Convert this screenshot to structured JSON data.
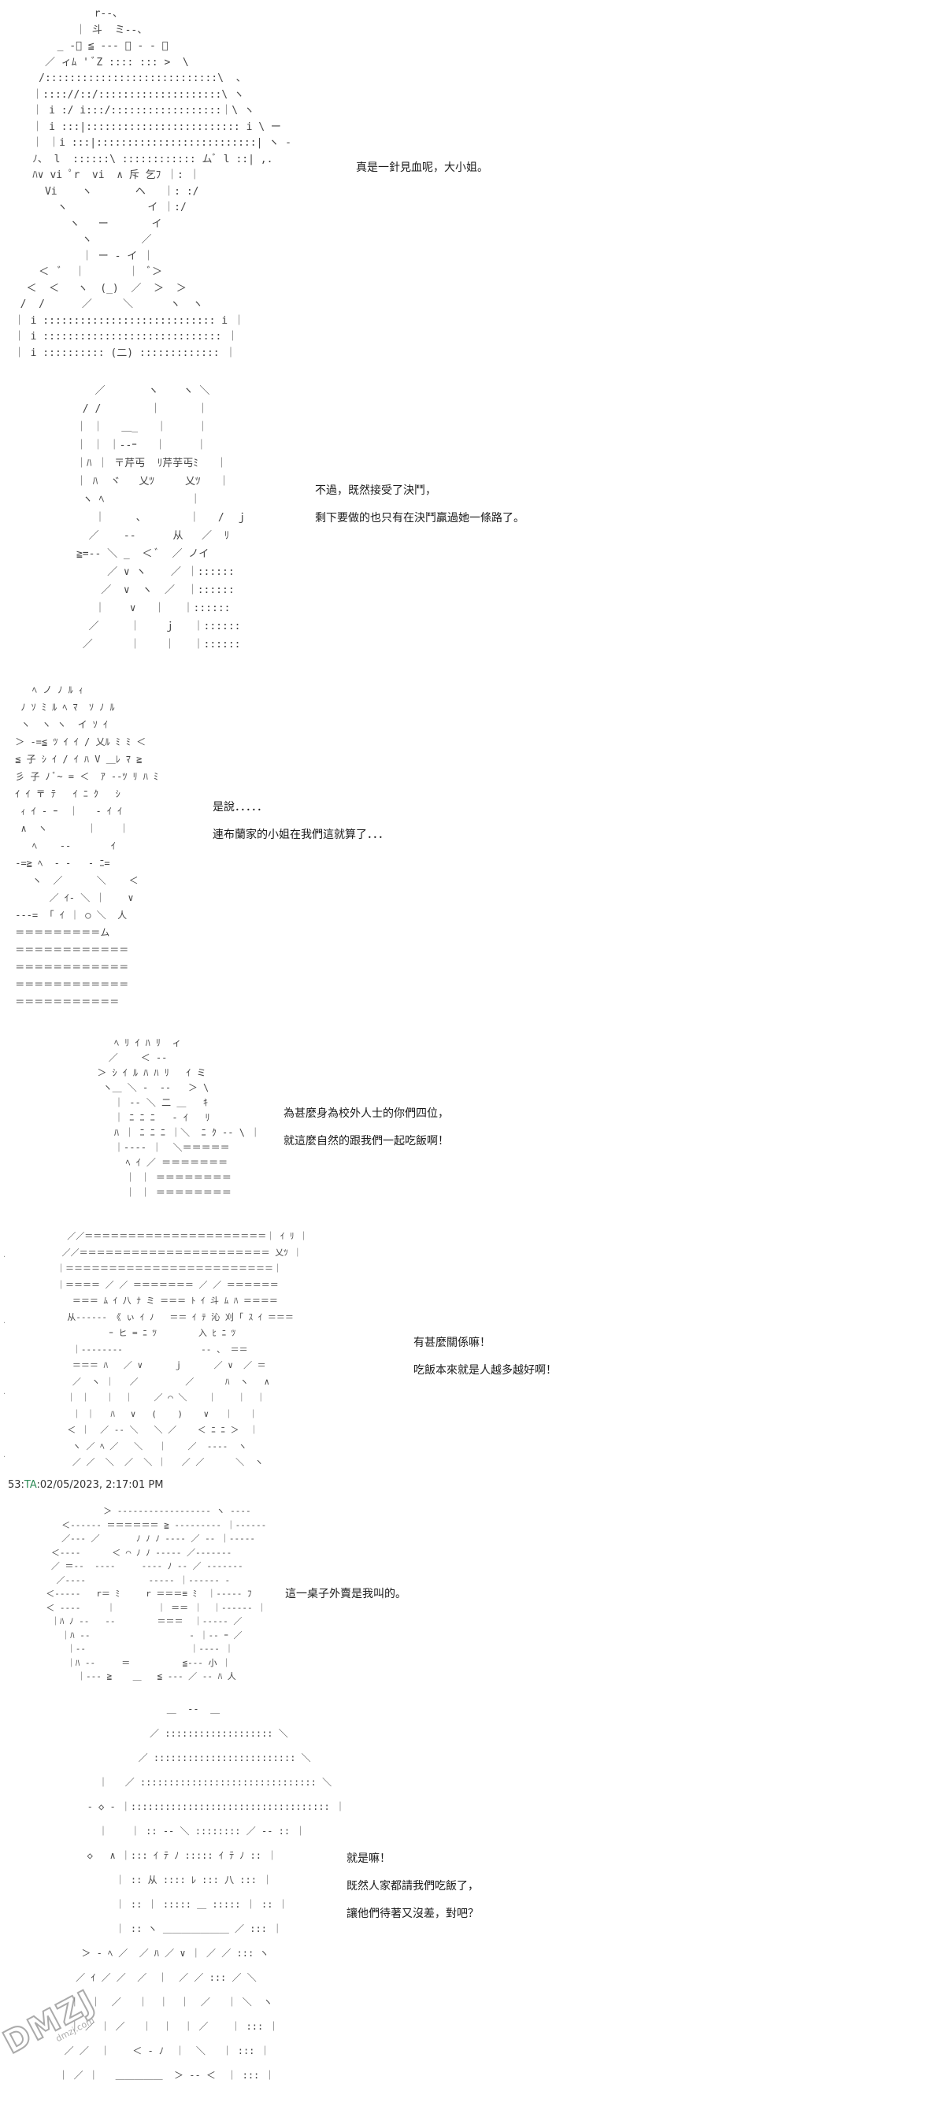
{
  "panels": [
    {
      "id": "panel-1",
      "lines": [
        "真是一針見血呢，大小姐。"
      ],
      "art": "              r--、\n           ｜ 斗  ミ--、\n        _ -ﾞ ≦ --- 、 - ‐ 、\n      ／ ィﾑ ' ﾞZ :::: ::: >  \\\n     /::::::::::::::::::::::::::::\\  、\n    ｜:::://::/::::::::::::::::::::\\ ヽ\n    ｜ i :/ i:::/::::::::::::::::::｜\\ ヽ\n    ｜ i :::|::::::::::::::::::::::::: i \\ ー\n    ｜ ｜i :::|::::::::::::::::::::::::::| ヽ ‐\n    ﾉ、 l  ::::::\\ :::::::::::: ムﾞ l ::| ,.\n    ﾊ∨ vi ﾟr  vi  ∧ 斥 乞ﾌ ｜: ｜\n      Vi    ヽ       ヘ   ｜: :/\n        ヽ             イ ｜:/\n          ヽ   ー       イ\n            ヽ        ／\n            ｜ ー ‐ イ ｜\n     ＜  ﾞ  ｜       ｜  ﾞ＞\n   ＜  ＜   ヽ  (_)  ／  ＞  ＞\n  /  /      ／     ＼      ヽ  ヽ\n ｜ i :::::::::::::::::::::::::::: i ｜\n ｜ i ::::::::::::::::::::::::::::: ｜\n ｜ i :::::::::: (二) ::::::::::::: ｜"
    },
    {
      "id": "panel-2",
      "lines": [
        "不過，既然接受了決鬥，",
        "剩下要做的也只有在決鬥贏過她一條路了。"
      ],
      "art": "         ／       ヽ    ヽ ＼\n       / /        ｜      ｜\n      ｜ ｜   ＿_   ｜     ｜\n      ｜ ｜ ｜-‐ｰ   ｜     ｜\n      ｜ﾊ ｜ 〒芹丐  ﾘ芹芋丐ﾐ   ｜\n      ｜ ﾊ  ヾ   乂ﾂ     乂ﾂ   ｜\n       ヽ ﾍ              ｜\n         ｜     、       ｜   /  ｊ\n        ／    ‐‐      从   ／  ﾘ\n      ≧=-‐ ＼ _  ＜ ﾞ  ／ ノイ\n           ／ ∨ ヽ    ／ ｜::::::\n          ／  ∨  ヽ  ／  ｜::::::\n         ｜    ∨   ｜   ｜::::::\n        ／     ｜    ｊ   ｜::::::\n       ／      ｜    ｜   ｜::::::"
    },
    {
      "id": "panel-3",
      "lines": [
        "是說．．．．．",
        "連布蘭家的小姐在我們這就算了．．．"
      ],
      "art": "    ﾍ ノ ﾉ ﾙ ｨ\n  ﾉ ｿ ﾐ ﾙ ﾍ ﾏ  ｿ ﾉ ﾙ\n  ヽ  ヽ ヽ  イ ｿ ｲ\n ＞ ‐=≦ ﾂ ｲ ｲ / 乂ﾙ ﾐ ﾐ ＜\n ≦ 子 ｼ ｲ / ｲ ﾊ V ＿ﾚ ﾏ ≧\n 彡 子 ﾉ ﾞ~ = ＜  ｱ ‐‐ﾂ ﾘ ﾊ ﾐ\n ｲ ｲ 〒 ﾃ   ｲ ﾆ ｸ   ｼ\n  ｨ ｲ ‐ ｰ  ｜   ‐ ｲ ｲ\n  ∧  ヽ       ｜    ｜\n    ﾍ    ‐‐       ｲ\n -=≧ ﾍ  ‐ ‐   ‐ ﾆ=\n    ヽ  ／      ＼    ＜\n       ／ ｲ- ＼ ｜    ∨\n ‐‐‐=  ｢ ｲ ｜ ○ ＼  人\n ＝＝＝＝＝＝＝＝＝ム\n ＝＝＝＝＝＝＝＝＝＝＝＝\n ＝＝＝＝＝＝＝＝＝＝＝＝\n ＝＝＝＝＝＝＝＝＝＝＝＝\n ＝＝＝＝＝＝＝＝＝＝＝"
    },
    {
      "id": "panel-4",
      "lines": [
        "為甚麼身為校外人士的你們四位，",
        "就這麼自然的跟我們一起吃飯啊！"
      ],
      "art": "         ﾍ ﾘ ｲ ﾊ ﾘ  ィ\n        ／    ＜ ‐‐\n      ＞ ｼ ｲ ﾙ ﾊ ﾊ ﾘ   ｲ ミ\n       ヽ＿ ＼ ‐  ‐‐   ＞ \\\n         ｜ ‐‐ ＼ 二 ＿   ｷ\n         ｜ ﾆ ﾆ ﾆ   ‐ ｲ   ﾘ\n         ﾊ ｜ ﾆ ﾆ ﾆ ｜＼  ﾆ ｸ ‐‐ \\ ｜\n         ｜‐‐‐‐ ｜  ＼＝＝＝＝＝\n           ﾍ ｲ ／ ＝＝＝＝＝＝＝\n           ｜ ｜ ＝＝＝＝＝＝＝＝\n           ｜ ｜ ＝＝＝＝＝＝＝＝"
    },
    {
      "id": "panel-5",
      "lines": [
        "有甚麼關係嘛！",
        "吃飯本來就是人越多越好啊！"
      ],
      "art": "  ／／＝＝＝＝＝＝＝＝＝＝＝＝＝＝＝＝＝＝＝＝＝｜ ｲ ﾘ ｜\n ／／＝＝＝＝＝＝＝＝＝＝＝＝＝＝＝＝＝＝＝＝＝＝ 乂ﾂ ｜\n｜＝＝＝＝＝＝＝＝＝＝＝＝＝＝＝＝＝＝＝＝＝＝＝＝｜\n｜＝＝＝＝ ／ ／ ＝＝＝＝＝＝＝ ／ ／ ＝＝＝＝＝＝\n   ＝＝＝ ﾑ ｲ 八 ﾅ ミ ＝＝＝ ﾄ ｲ 斗 ﾑ ﾊ ＝＝＝＝\n  从‐‐‐‐‐‐ 《 ぃ ｲ ﾉ   ＝＝ ｲ ﾃ 沁 刈 ｢ ｽ ｲ ＝＝＝\n          ｰ ヒ = ﾆ ﾂ        入 ﾋ ﾆ ﾂ\n   ｜‐‐‐‐‐‐‐‐               ‐‐ 、 ＝＝\n   ＝＝＝ ﾊ   ／ ∨      ｊ      ／ ∨  ／ ＝\n   ／  ヽ ｜   ／         ／      ﾊ  ヽ   ∧\n  ｜ ｜   ｜  ｜    ／ ⌒ ＼    ｜    ｜  ｜\n   ｜ ｜   ﾊ   ∨   (    )    ∨   ｜   ｜\n  ＜ ｜  ／ ‐‐ ＼   ＼ ／    ＜ ﾆ ﾆ ＞  ｜\n   ヽ ／ ﾍ ／   ＼   ｜    ／  ‐‐‐‐  ヽ\n   ／ ／  ＼  ／  ＼ ｜   ／ ／      ＼  ヽ"
    },
    {
      "id": "panel-6",
      "lines": [
        "這一桌子外賣是我叫的。"
      ],
      "art": "             ＞ ‐‐‐‐‐‐‐‐‐‐‐‐‐‐‐‐‐‐ ヽ ‐‐‐‐\n     ＜‐‐‐‐‐‐ ＝＝＝＝＝＝ ≧ ‐‐‐‐‐‐‐‐‐ ｜‐‐‐‐‐‐\n     ／‐‐‐ ／       ﾉ ﾉ ﾉ ‐‐‐‐ ／ ‐‐ ｜‐‐‐‐‐\n   ＜‐‐‐‐      ＜ ⌒ ﾉ ﾉ ‐‐‐‐‐ ／‐‐‐‐‐‐‐\n   ／ ＝‐‐  ‐‐‐‐     ‐‐‐‐ ﾉ ‐‐ ／ ‐‐‐‐‐‐‐\n    ／‐‐‐‐            ‐‐‐‐‐ ｜‐‐‐‐‐‐ ‐\n  ＜‐‐‐‐‐   r＝ ﾐ     r ＝＝＝≡ ﾐ  ｜‐‐‐‐‐ ﾌ\n  ＜ ‐‐‐‐     ｜        ｜ ＝＝ ｜  ｜‐‐‐‐‐‐ ｜\n   ｜ﾊ ﾉ ‐‐   ‐‐        ＝＝＝  ｜‐‐‐‐‐ ／\n     ｜ﾊ ‐‐                   ‐ ｜‐‐ ｰ ／\n      ｜‐‐                    ｜‐‐‐‐ ｜\n      ｜ﾊ ‐‐     ＝          ≦‐‐‐ 小 ｜\n        ｜‐‐‐ ≧    ＿   ≦ ‐‐‐ ／ ‐‐ ﾊ 人"
    },
    {
      "id": "panel-7",
      "lines": [
        "就是嘛！",
        "既然人家都請我們吃飯了，",
        "讓他們待著又沒差，對吧？"
      ],
      "art": "                     ＿  ‐‐  ＿\n                  ／ ::::::::::::::::::: ＼\n                ／ ::::::::::::::::::::::::: ＼\n         ｜   ／ ::::::::::::::::::::::::::::::: ＼\n       ‐ ◇ ‐ ｜::::::::::::::::::::::::::::::::::: ｜\n         ｜    ｜ :: ‐‐ ＼ :::::::: ／ ‐‐ :: ｜\n       ◇   ∧ ｜::: ｲ ﾃ ﾉ ::::: ｲ ﾃ ﾉ :: ｜\n            ｜ :: 从 :::: ﾚ ::: 八 ::: ｜\n            ｜ :: ｜ ::::: ＿ ::::: ｜ :: ｜\n            ｜ :: ヽ ＿＿＿＿＿＿＿ ／ ::: ｜\n      ＞ ‐ ﾍ ／  ／ ﾊ ／ ∨ ｜ ／ ／ ::: ヽ\n     ／ ｲ ／ ／  ／  ｜  ／ ／ ::: ／ ＼\n    ｜  ｜  ／   ｜  ｜  ｜  ／   ｜ ＼  ヽ\n    ｜ ／ ｜ ／   ｜  ｜  ｜ ／    ｜ ::: ｜\n   ／ ／  ｜    ＜ ‐ ﾉ  ｜  ＼   ｜ ::: ｜\n  ｜ ／ ｜   ＿＿＿＿＿  ＞ ‐‐ ＜  ｜ ::: ｜"
    }
  ],
  "post_header": {
    "number": "53:",
    "name": "TA",
    "timestamp": ":02/05/2023, 2:17:01 PM"
  },
  "watermark": {
    "logo": "DMZJ",
    "sub": "dmzj.com"
  }
}
